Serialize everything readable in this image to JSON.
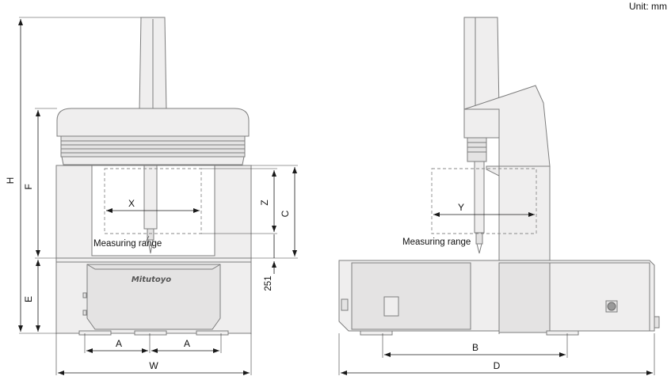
{
  "unit_note": "Unit: mm",
  "brand": "Mitutoyo",
  "front_view": {
    "dim_h": "H",
    "dim_f": "F",
    "dim_e": "E",
    "dim_z": "Z",
    "dim_c": "C",
    "dim_251": "251",
    "dim_x": "X",
    "dim_a_left": "A",
    "dim_a_right": "A",
    "dim_w": "W",
    "measuring_range": "Measuring range"
  },
  "side_view": {
    "dim_y": "Y",
    "dim_b": "B",
    "dim_d": "D",
    "measuring_range": "Measuring range"
  }
}
